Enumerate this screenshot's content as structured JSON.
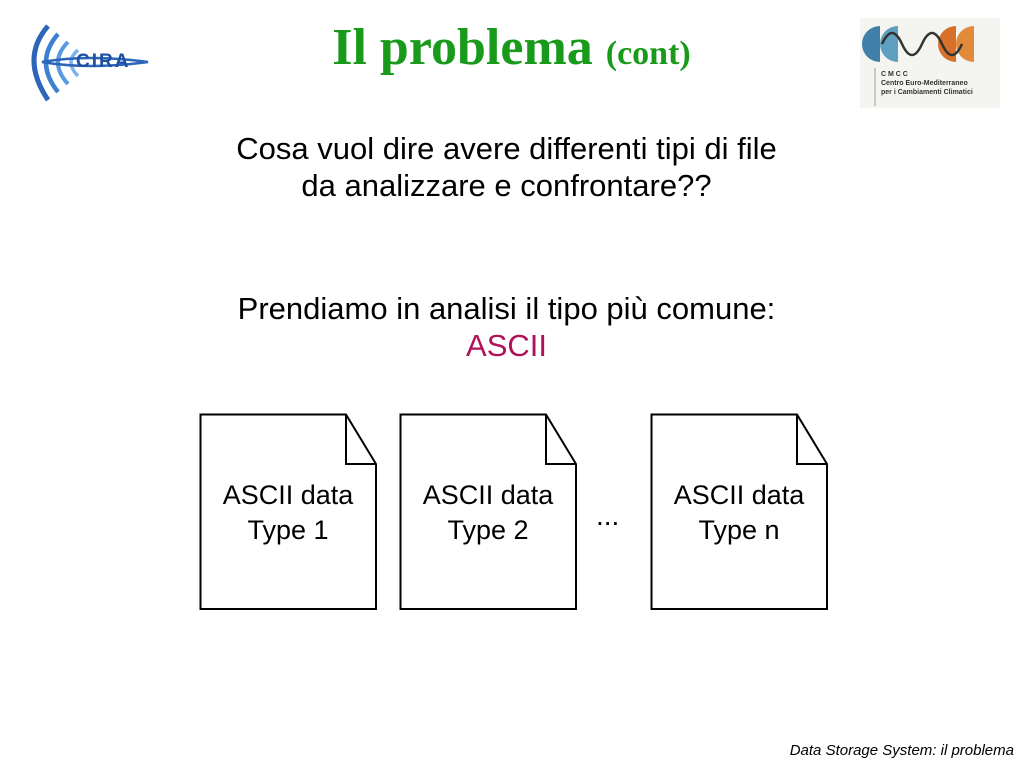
{
  "header": {
    "title": "Il problema",
    "title_suffix": "(cont)",
    "title_color": "#1a9a1a",
    "left_logo": {
      "icon": "cira-logo-icon",
      "text": "CIRA"
    },
    "right_logo": {
      "icon": "cmcc-logo-icon",
      "lines": [
        "C M C C",
        "Centro Euro-Mediterraneo",
        "per i Cambiamenti Climatici"
      ]
    }
  },
  "body": {
    "question_line1": "Cosa vuol dire avere differenti tipi di file",
    "question_line2": "da analizzare e confrontare??",
    "statement": "Prendiamo in analisi il tipo più comune:",
    "highlight": "ASCII",
    "highlight_color": "#b0125a"
  },
  "documents": [
    {
      "line1": "ASCII data",
      "line2": "Type 1"
    },
    {
      "line1": "ASCII data",
      "line2": "Type 2"
    },
    {
      "line1": "ASCII data",
      "line2": "Type n"
    }
  ],
  "ellipsis": "...",
  "footer": "Data Storage System: il problema"
}
